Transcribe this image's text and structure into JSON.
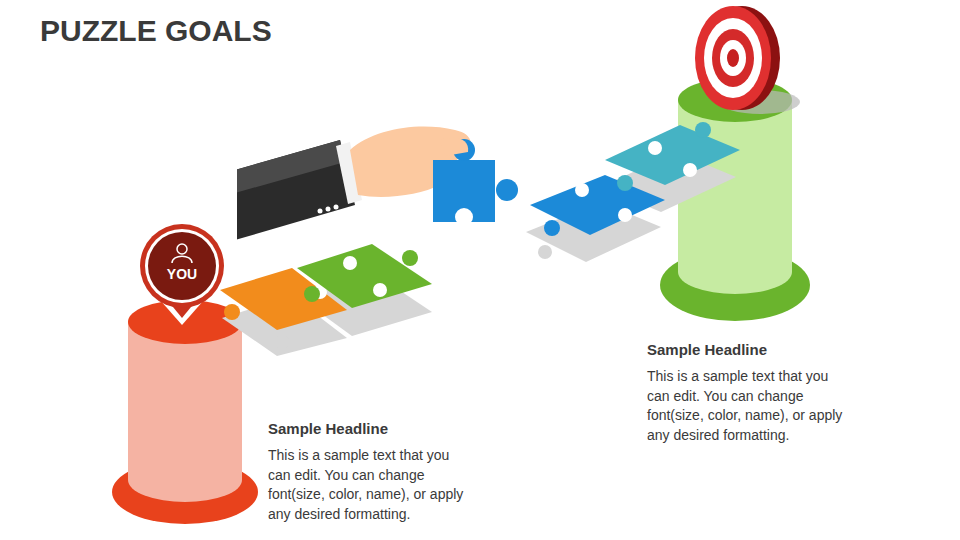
{
  "diagram": {
    "title": "PUZZLE GOALS",
    "nodes": [
      {
        "text": [
          "YOU"
        ]
      }
    ],
    "labels": [
      "Sample Headline",
      "This is a sample text that you can edit. You can change font(size, color, name), or apply any desired formatting.",
      "Sample Headline",
      "This is a sample text that you can edit. You can change font(size, color, name), or apply any desired formatting."
    ]
  }
}
